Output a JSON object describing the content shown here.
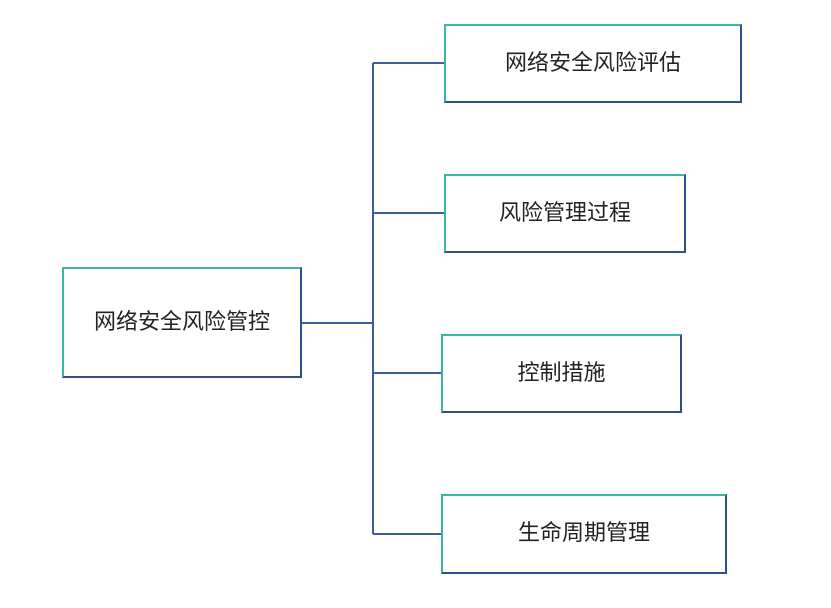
{
  "diagram": {
    "root": {
      "label": "网络安全风险管控"
    },
    "children": [
      {
        "label": "网络安全风险评估"
      },
      {
        "label": "风险管理过程"
      },
      {
        "label": "控制措施"
      },
      {
        "label": "生命周期管理"
      }
    ]
  },
  "colors": {
    "box_border_light": "#3fb3a6",
    "box_border_dark": "#2e4f8a",
    "connector": "#3d5f95",
    "text": "#222222"
  }
}
